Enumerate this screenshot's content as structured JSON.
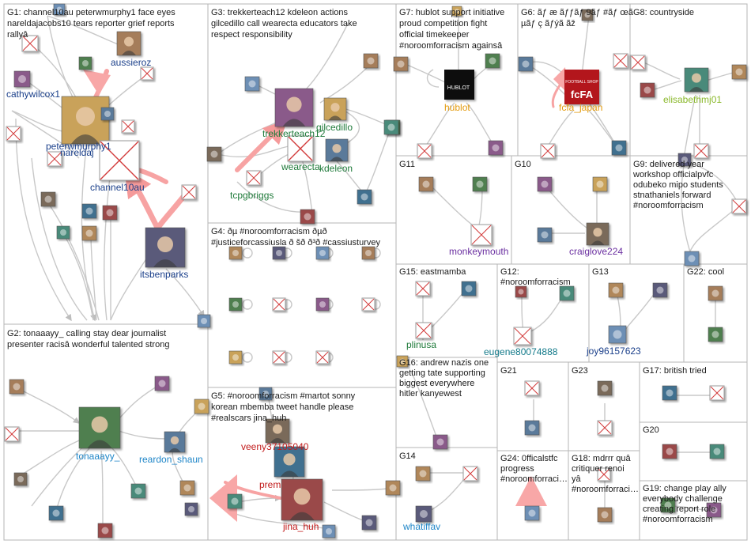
{
  "groups": [
    {
      "id": "G1",
      "caption": [
        "G1: channel10au peterwmurphy1 face eyes",
        "nareldajacobs10 tears reporter grief reports",
        "rallyâ"
      ]
    },
    {
      "id": "G2",
      "caption": [
        "G2: tonaaayy_ calling stay dear journalist",
        "presenter racisâ wonderful talented strong"
      ]
    },
    {
      "id": "G3",
      "caption": [
        "G3: trekkerteach12 kdeleon actions",
        "gilcedillo call wearecta educators take",
        "respect responsibility"
      ]
    },
    {
      "id": "G4",
      "caption": [
        "G4: ðµ #noroomforracism ðµð",
        "#justiceforcassiusla ð šð ð³ð #cassiusturvey"
      ]
    },
    {
      "id": "G5",
      "caption": [
        "G5: #noroomforracism #martot sonny",
        "korean mbemba tweet handle please",
        "#realscars jina_huh"
      ]
    },
    {
      "id": "G6",
      "caption": [
        "G6: ãƒ æ ãƒƒãƒ 9ãƒ #ãƒ œã",
        "µãƒ ç ãƒýã ãž"
      ]
    },
    {
      "id": "G7",
      "caption": [
        "G7: hublot support initiative",
        "proud competition fight",
        "official timekeeper",
        "#noroomforracism againsâ"
      ]
    },
    {
      "id": "G8",
      "caption": [
        "G8: countryside"
      ]
    },
    {
      "id": "G9",
      "caption": [
        "G9: delivered year",
        "workshop officialpvfc",
        "odubeko mipo students",
        "stnathaniels forward",
        "#noroomforracism"
      ]
    },
    {
      "id": "G10",
      "caption": [
        "G10"
      ]
    },
    {
      "id": "G11",
      "caption": [
        "G11"
      ]
    },
    {
      "id": "G12",
      "caption": [
        "G12:",
        "#noroomforracism"
      ]
    },
    {
      "id": "G13",
      "caption": [
        "G13"
      ]
    },
    {
      "id": "G14",
      "caption": [
        "G14"
      ]
    },
    {
      "id": "G15",
      "caption": [
        "G15: eastmamba"
      ]
    },
    {
      "id": "G16",
      "caption": [
        "G16: andrew nazis one",
        "getting tate supporting",
        "biggest everywhere",
        "hitler kanyewest"
      ]
    },
    {
      "id": "G17",
      "caption": [
        "G17: british tried"
      ]
    },
    {
      "id": "G18",
      "caption": [
        "G18: mdrrr quâ",
        "critiquer renoi",
        "yâ",
        "#noroomforraci…"
      ]
    },
    {
      "id": "G19",
      "caption": [
        "G19: change play ally",
        "everybody challenge",
        "creating report role",
        "#noroomforracism"
      ]
    },
    {
      "id": "G20",
      "caption": [
        "G20"
      ]
    },
    {
      "id": "G21",
      "caption": [
        "G21"
      ]
    },
    {
      "id": "G22",
      "caption": [
        "G22: cool"
      ]
    },
    {
      "id": "G23",
      "caption": [
        "G23"
      ]
    },
    {
      "id": "G24",
      "caption": [
        "G24: 0fficalstfc",
        "progress",
        "#noroomforraci…"
      ]
    }
  ],
  "node_labels": [
    {
      "text": "aussieroz",
      "color": "#1a3f8a"
    },
    {
      "text": "cathywilcox1",
      "color": "#1a3f8a"
    },
    {
      "text": "nareldaj",
      "color": "#1a3f8a"
    },
    {
      "text": "peterwmurphy1",
      "color": "#1a3f8a"
    },
    {
      "text": "channel10au",
      "color": "#1a3f8a"
    },
    {
      "text": "itsbenparks",
      "color": "#1a3f8a"
    },
    {
      "text": "trekkerteach12",
      "color": "#1f7a3a"
    },
    {
      "text": "gilcedillo",
      "color": "#1f7a3a"
    },
    {
      "text": "wearecta",
      "color": "#1f7a3a"
    },
    {
      "text": "kdeleon",
      "color": "#1f7a3a"
    },
    {
      "text": "tcpgbriggs",
      "color": "#1f7a3a"
    },
    {
      "text": "tonaaayy_",
      "color": "#1f86c8"
    },
    {
      "text": "reardon_shaun",
      "color": "#1f86c8"
    },
    {
      "text": "veeny37105040",
      "color": "#c21b1b"
    },
    {
      "text": "prem",
      "color": "#c21b1b"
    },
    {
      "text": "jina_huh",
      "color": "#c21b1b"
    },
    {
      "text": "hublot",
      "color": "#e39a0c"
    },
    {
      "text": "fcfa_japan",
      "color": "#e39a0c"
    },
    {
      "text": "elisabethmj01",
      "color": "#8ab82b"
    },
    {
      "text": "monkeymouth",
      "color": "#6a2fa0"
    },
    {
      "text": "craiglove224",
      "color": "#6a2fa0"
    },
    {
      "text": "plinusa",
      "color": "#1f7a3a"
    },
    {
      "text": "eugene80074888",
      "color": "#137a8a"
    },
    {
      "text": "joy96157623",
      "color": "#1a3f8a"
    },
    {
      "text": "whatiffav",
      "color": "#1f86c8"
    }
  ],
  "image_texts": {
    "hublot_logo": "HUBLOT",
    "fcfa_logo": "fcFA",
    "fcfa_sub": "FOOTBALL SHOP"
  },
  "colors": {
    "panel_border": "#b5b5b5",
    "edge": "#c8c8c8",
    "edge_highlight": "#f7a3a3",
    "placeholder_x": "#d23b3b"
  }
}
